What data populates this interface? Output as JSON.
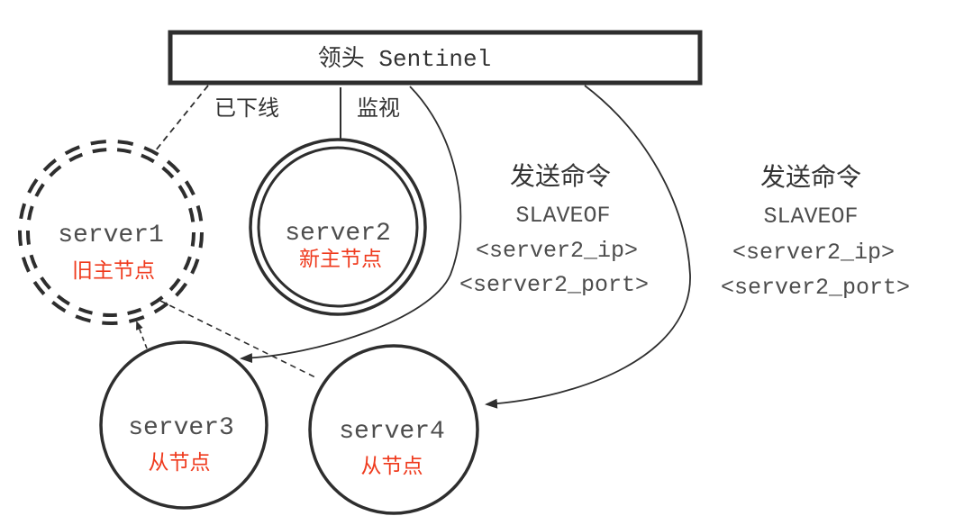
{
  "sentinel": {
    "label": "领头 Sentinel"
  },
  "labels": {
    "offline": "已下线",
    "monitor": "监视"
  },
  "nodes": [
    {
      "name": "server1",
      "role": "旧主节点",
      "shape": "double-dashed-circle"
    },
    {
      "name": "server2",
      "role": "新主节点",
      "shape": "double-circle"
    },
    {
      "name": "server3",
      "role": "从节点",
      "shape": "circle"
    },
    {
      "name": "server4",
      "role": "从节点",
      "shape": "circle"
    }
  ],
  "commands": [
    {
      "header": "发送命令",
      "lines": [
        "SLAVEOF",
        "<server2_ip>",
        "<server2_port>"
      ]
    },
    {
      "header": "发送命令",
      "lines": [
        "SLAVEOF",
        "<server2_ip>",
        "<server2_port>"
      ]
    }
  ],
  "colors": {
    "stroke": "#2e2e2e",
    "mono_text": "#4d4d4d",
    "cjk_text": "#333333",
    "red": "#ef3a1d",
    "background": "#ffffff"
  }
}
